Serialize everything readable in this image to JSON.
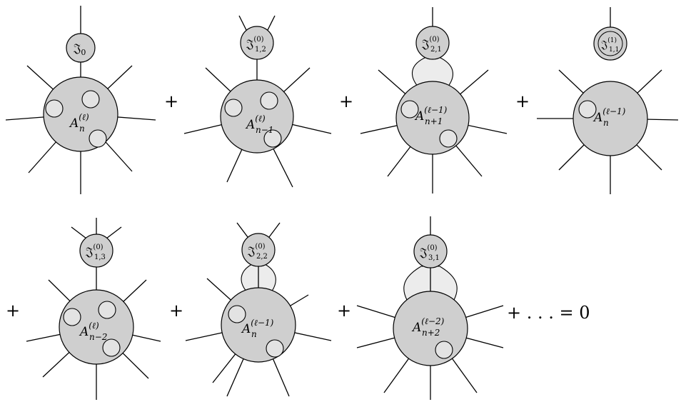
{
  "diagrams": [
    {
      "amp": {
        "base": "A",
        "sub": "n",
        "sup": "(ℓ)"
      },
      "current": {
        "base": "𝔍",
        "sub": "0",
        "sup": ""
      }
    },
    {
      "amp": {
        "base": "A",
        "sub": "n−1",
        "sup": "(ℓ)"
      },
      "current": {
        "base": "𝔍",
        "sub": "1,2",
        "sup": "(0)"
      }
    },
    {
      "amp": {
        "base": "A",
        "sub": "n+1",
        "sup": "(ℓ−1)"
      },
      "current": {
        "base": "𝔍",
        "sub": "2,1",
        "sup": "(0)"
      }
    },
    {
      "amp": {
        "base": "A",
        "sub": "n",
        "sup": "(ℓ−1)"
      },
      "current": {
        "base": "𝔍",
        "sub": "1,1",
        "sup": "(1)"
      }
    },
    {
      "amp": {
        "base": "A",
        "sub": "n−2",
        "sup": "(ℓ)"
      },
      "current": {
        "base": "𝔍",
        "sub": "1,3",
        "sup": "(0)"
      }
    },
    {
      "amp": {
        "base": "A",
        "sub": "n",
        "sup": "(ℓ−1)"
      },
      "current": {
        "base": "𝔍",
        "sub": "2,2",
        "sup": "(0)"
      }
    },
    {
      "amp": {
        "base": "A",
        "sub": "n+2",
        "sup": "(ℓ−2)"
      },
      "current": {
        "base": "𝔍",
        "sub": "3,1",
        "sup": "(0)"
      }
    }
  ],
  "operators": {
    "plus": "+",
    "ending": "+ . . . = 0"
  }
}
